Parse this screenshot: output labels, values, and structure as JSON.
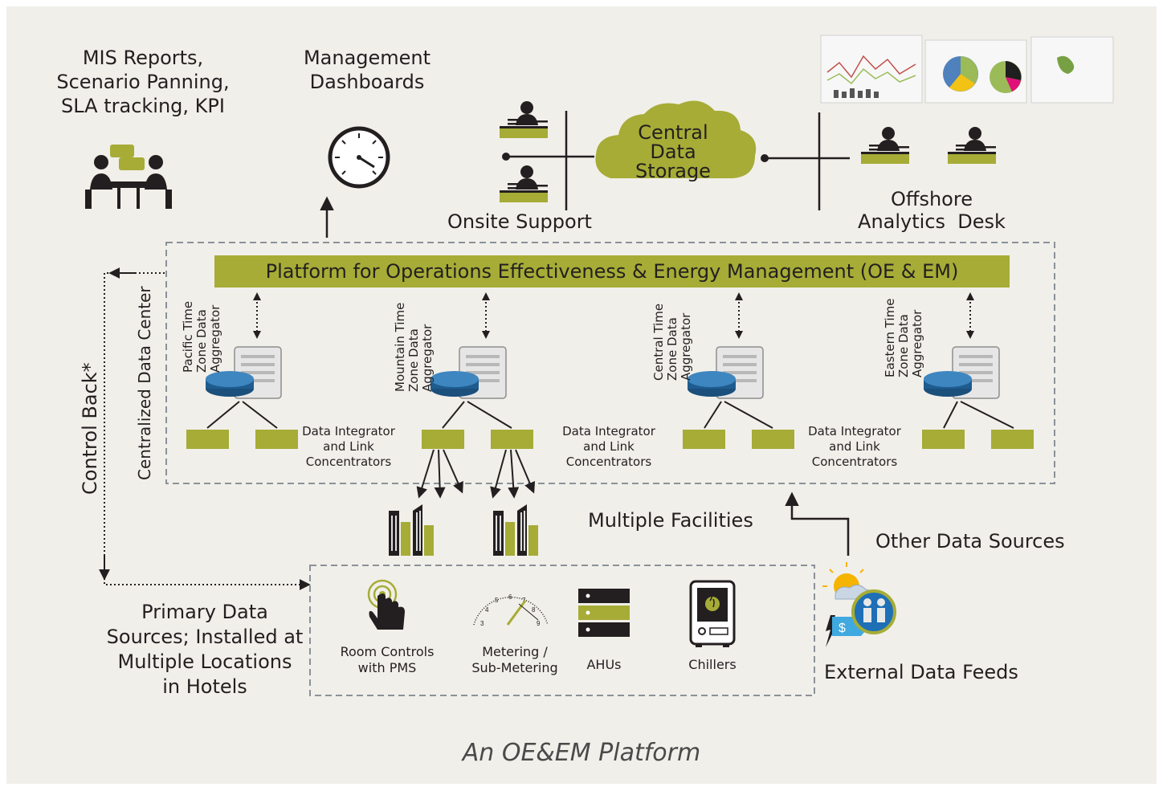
{
  "colors": {
    "accent_green": "#a6ac36",
    "dark": "#231f20",
    "panel_bg": "#f1efea",
    "dashed_border": "#8a9198",
    "server_blue": "#1e5c8f"
  },
  "top": {
    "mis_reports": [
      "MIS Reports,",
      "Scenario Panning,",
      "SLA tracking, KPI"
    ],
    "management_dashboards": [
      "Management",
      "Dashboards"
    ],
    "central_storage": [
      "Central",
      "Data",
      "Storage"
    ],
    "onsite_support": "Onsite Support",
    "offshore_desk": [
      "Offshore",
      "Analytics  Desk"
    ]
  },
  "platform": {
    "title": "Platform for Operations Effectiveness & Energy Management (OE & EM)",
    "data_center_label": "Centralized Data Center",
    "control_back": "Control Back*",
    "aggregators": [
      [
        "Pacific Time",
        "Zone Data",
        "Aggregator"
      ],
      [
        "Mountain Time",
        "Zone Data",
        "Aggregator"
      ],
      [
        "Central Time",
        "Zone Data",
        "Aggregator"
      ],
      [
        "Eastern Time",
        "Zone Data",
        "Aggregator"
      ]
    ],
    "integrators": [
      [
        "Data Integrator",
        "and Link",
        "Concentrators"
      ],
      [
        "Data Integrator",
        "and Link",
        "Concentrators"
      ],
      [
        "Data Integrator",
        "and Link",
        "Concentrators"
      ]
    ]
  },
  "bottom": {
    "multiple_facilities": "Multiple Facilities",
    "other_sources": "Other Data Sources",
    "external_feeds": "External Data Feeds",
    "primary_sources": [
      "Primary Data",
      "Sources; Installed at",
      "Multiple Locations",
      "in Hotels"
    ],
    "devices": {
      "room_controls": [
        "Room Controls",
        "with PMS"
      ],
      "metering": [
        "Metering /",
        "Sub-Metering"
      ],
      "ahus": "AHUs",
      "chillers": "Chillers"
    },
    "gauge_ticks": [
      "3",
      "4",
      "5",
      "6",
      "7",
      "8",
      "9"
    ]
  },
  "caption": "An OE&EM Platform"
}
